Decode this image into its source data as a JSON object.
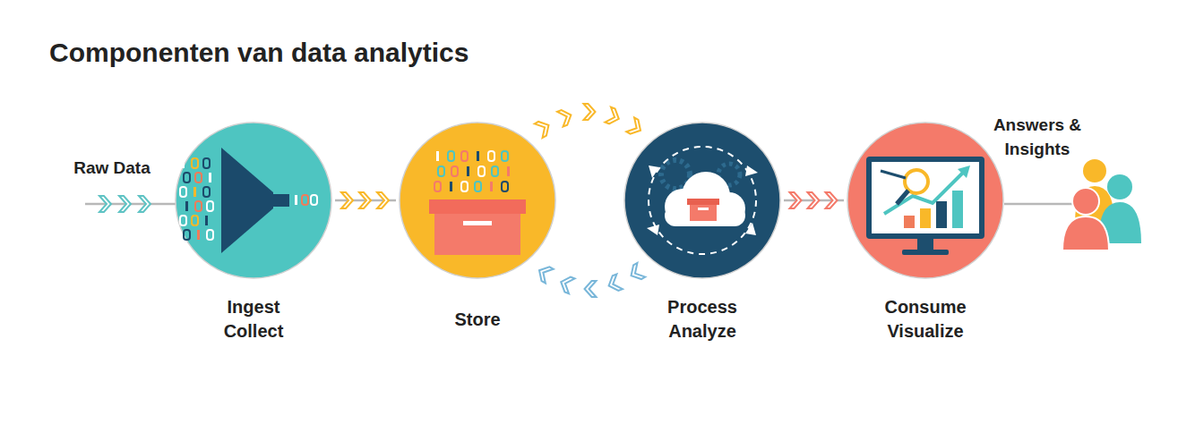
{
  "diagram": {
    "title": "Componenten van data analytics",
    "nodes": [
      {
        "text": [
          "Ingest Collect"
        ]
      },
      {
        "text": [
          "Store"
        ]
      },
      {
        "text": [
          "Process Analyze"
        ]
      },
      {
        "text": [
          "Consume Visualize"
        ]
      }
    ],
    "edges": [
      {
        "from": 0,
        "to": 1,
        "arrow": "to"
      },
      {
        "from": 1,
        "to": 2,
        "arrow": "to"
      },
      {
        "from": 2,
        "to": 1,
        "arrow": "to"
      },
      {
        "from": 2,
        "to": 3,
        "arrow": "to"
      }
    ],
    "labels": [
      "Raw Data",
      "Answers & Insights"
    ]
  }
}
